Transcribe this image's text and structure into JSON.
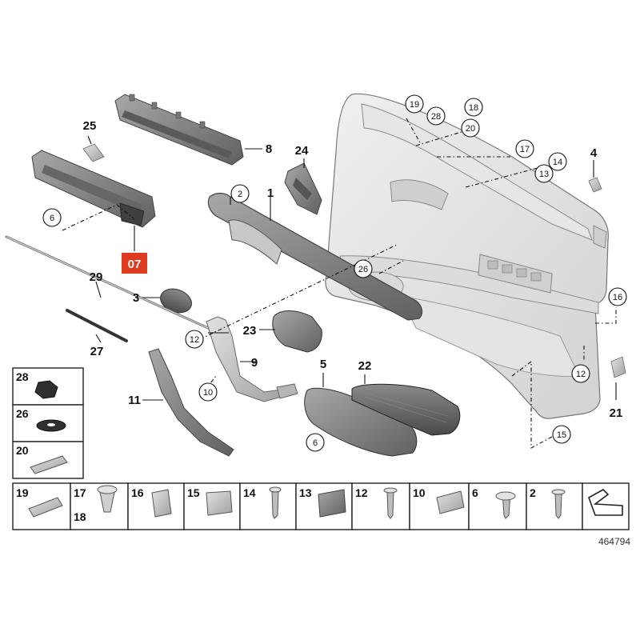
{
  "diagram": {
    "highlight_color": "#e03a1e",
    "highlight_label": "07",
    "image_number": "464794",
    "callouts": {
      "c1": "1",
      "c2": "2",
      "c3": "3",
      "c4": "4",
      "c5": "5",
      "c6a": "6",
      "c6b": "6",
      "c8": "8",
      "c9": "9",
      "c10": "10",
      "c11": "11",
      "c12a": "12",
      "c12b": "12",
      "c13": "13",
      "c14": "14",
      "c15": "15",
      "c16": "16",
      "c17": "17",
      "c18": "18",
      "c19": "19",
      "c20": "20",
      "c21": "21",
      "c22": "22",
      "c23": "23",
      "c24": "24",
      "c25": "25",
      "c26": "26",
      "c27": "27",
      "c28": "28",
      "c29": "29"
    },
    "legend_side": [
      "28",
      "26",
      "20"
    ],
    "legend_bottom": [
      {
        "a": "19"
      },
      {
        "a": "17",
        "b": "18"
      },
      {
        "a": "16"
      },
      {
        "a": "15"
      },
      {
        "a": "14"
      },
      {
        "a": "13"
      },
      {
        "a": "12"
      },
      {
        "a": "10"
      },
      {
        "a": "6"
      },
      {
        "a": "2"
      },
      {
        "a": ""
      }
    ]
  }
}
